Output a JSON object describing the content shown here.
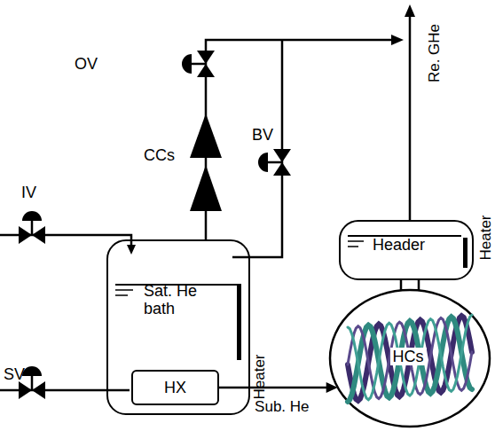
{
  "diagram": {
    "nodes": [
      {
        "text": [
          "Sat. He bath"
        ]
      },
      {
        "text": [
          "HX"
        ],
        "in": 0
      },
      {
        "text": [
          "Header"
        ]
      },
      {
        "text": [
          "HCs"
        ]
      }
    ],
    "edges": [
      {
        "from": 1,
        "to": 3,
        "arrow": "to",
        "label": "Sub. He"
      },
      {
        "from": 3,
        "to": 2,
        "arrow": "none"
      }
    ],
    "labels": [
      "OV",
      "CCs",
      "BV",
      "IV",
      "SV",
      "Heater",
      "Heater",
      "Re. GHe"
    ]
  }
}
